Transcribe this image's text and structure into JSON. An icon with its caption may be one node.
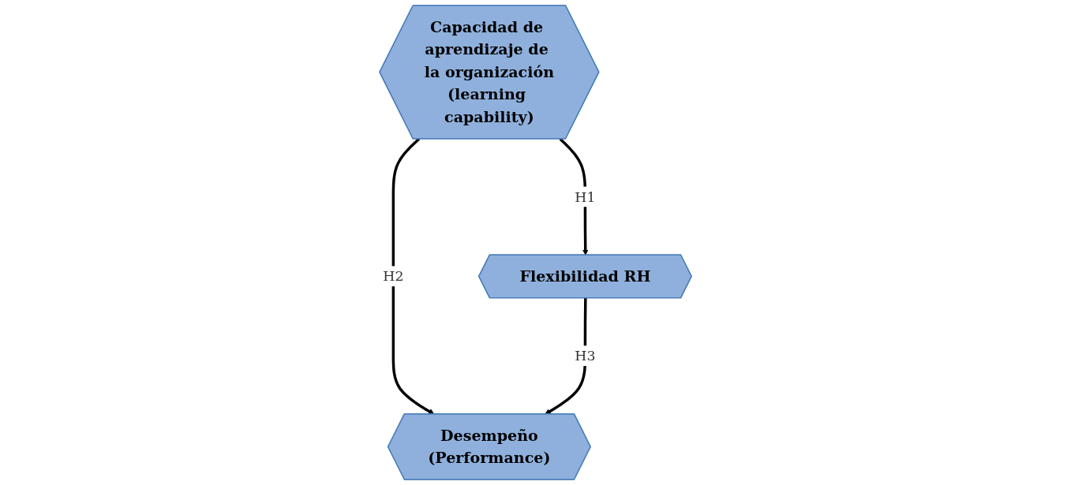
{
  "diagram": {
    "nodes": [
      {
        "text": [
          "Capacidad de aprendizaje de la organización",
          "(learning capability)"
        ]
      },
      {
        "text": [
          "Flexibilidad RH"
        ]
      },
      {
        "text": [
          "Desempeño",
          "(Performance)"
        ]
      }
    ],
    "edges": [
      {
        "from": 0,
        "to": 1,
        "arrow": "to",
        "label": "H1"
      },
      {
        "from": 0,
        "to": 2,
        "arrow": "to",
        "label": "H2"
      },
      {
        "from": 1,
        "to": 2,
        "arrow": "to",
        "label": "H3"
      }
    ]
  }
}
